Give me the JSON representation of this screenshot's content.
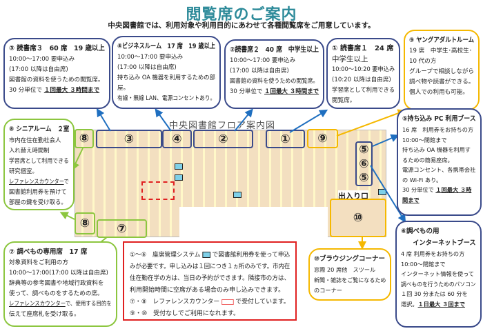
{
  "header": {
    "title": "閲覧席のご案内",
    "subtitle": "中央図書館では、利用対象や利用目的にあわせて各種閲覧席をご用意しています。"
  },
  "colors": {
    "title": "#2e8b9a",
    "system_seats": "#3a4a8a",
    "reference_seats": "#8cc63f",
    "free_seats": "#f5b800",
    "notice_border": "#e02020"
  },
  "rooms": {
    "r3": {
      "title": "③ 読書席３　60 席　19 歳以上",
      "lines": [
        "10:00～17:00 要申込み",
        "(17:00 以降は自由席)",
        "図書館の資料を使うための閲覧席。"
      ],
      "limit_prefix": "30 分単位で ",
      "limit": "１回最大 ３時間まで"
    },
    "r4": {
      "title": "④ビジネスルーム　17 席　19 歳以上",
      "lines": [
        "10:00～17:00 要申込み",
        "(17:00 以降は自由席)",
        "持ち込み OA 機器を利用するための部",
        "屋。",
        "有線・無線 LAN、電源コンセントあり。"
      ]
    },
    "r2": {
      "title": "②読書席２　40 席　中学生以上",
      "lines": [
        "10:00～17:00 要申込み",
        "(17:00 以降は自由席)",
        "図書館の資料を使うための閲覧席。"
      ],
      "limit_prefix": "30 分単位で ",
      "limit": "１回最大 ３時間まで"
    },
    "r1": {
      "title": "① 読書席１　24 席",
      "lines": [
        "中学生以上",
        "10:00～10:20 要申込み",
        "(10:20 以降は自由席)",
        "学習席として利用できる",
        "閲覧席。"
      ]
    },
    "r9": {
      "title": "⑨ ヤングアダルトルーム",
      "lines": [
        "19 席　中学生･高校生･",
        "10 代の方",
        "グループで相談しながら",
        "調べ物や読書ができる。",
        "個人での利用も可能。"
      ]
    },
    "r5": {
      "title": "⑤持ち込み PC 利用ブース",
      "lines": [
        "16 席　利用券をお持ちの方",
        "10:00～閉館まで",
        "持ち込み OA 機器を利用す",
        "るための簡易座席。",
        "電源コンセント、各携帯会社",
        "の Wi-Fi あり。"
      ],
      "limit_prefix": "30 分単位で ",
      "limit": "１回最大 ３時",
      "limit2": "間まで"
    },
    "r8": {
      "title": "⑧ シニアルーム　２室",
      "lines": [
        "市内在住在勤社会人",
        "入れ替え時間制",
        "学習席として利用できる",
        "研究個室。"
      ],
      "ref": "レファレンスカウンター",
      "ref_suffix": "で",
      "lines2": [
        "図書館利用券を預けて",
        "部屋の鍵を受け取る。"
      ]
    },
    "r7": {
      "title": "⑦ 調べもの専用席　17 席",
      "lines": [
        "対象資料をご利用の方",
        "10:00～17:00(17:00 以降は自由席)",
        "辞典等の参考図書や地域行政資料を",
        "使って、調べものをするための席。"
      ],
      "ref": "レファレンスカウンター",
      "ref_suffix": "で、使用する目的を",
      "lines2": [
        "伝えて座席札を受け取る。"
      ]
    },
    "r10": {
      "title": "⑩ブラウジングコーナー",
      "lines": [
        "窓際 20 席他　スツール",
        "新聞・雑誌をご覧になるため",
        "のコーナー"
      ]
    },
    "r6": {
      "title": "⑥調べもの用",
      "title2": "インターネットブース",
      "lines": [
        "4 席 利用券をお持ちの方",
        "10:00～閉館まで",
        "インターネット情報を使って",
        "調べものを行うためのパソコン",
        "１回 30 分または 60 分を"
      ],
      "limit_prefix": "選択。",
      "limit": "１日最大 ３回まで"
    }
  },
  "map": {
    "title": "中央図書館フロア案内図",
    "entrance": "出入り口",
    "markers": {
      "m1": "①",
      "m2": "②",
      "m3": "③",
      "m4": "④",
      "m5": "⑤",
      "m6": "⑥",
      "m7": "⑦",
      "m8": "⑧",
      "m9": "⑨",
      "m10": "⑩"
    }
  },
  "notice": {
    "l1a": "①～⑥　座席管理システム",
    "l1b": "で図書館利用券を使って申込",
    "l2": "みが必要です。申し込みは１回につき１ヵ所のみです。市内在",
    "l3": "住在勤在学の方は、当日の予約ができます。隣接市の方は、",
    "l4": "利用開始時間に空席がある場合のみ申し込みできます。",
    "l5a": "⑦・⑧　レファレンスカウンター",
    "l5b": "で受付しています。",
    "l6": "⑨・⑩　受付なしでご利用になれます。"
  }
}
